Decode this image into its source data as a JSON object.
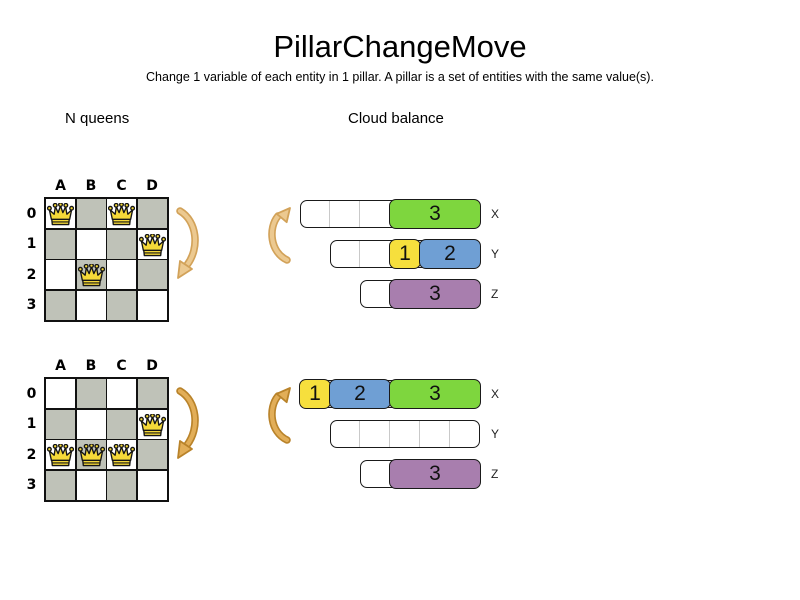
{
  "title": "PillarChangeMove",
  "subtitle": "Change 1 variable of each entity in 1 pillar. A pillar is a set of entities with the same value(s).",
  "sections": {
    "nqueens": "N queens",
    "cloud": "Cloud balance"
  },
  "board": {
    "col_labels": [
      "A",
      "B",
      "C",
      "D"
    ],
    "row_labels": [
      "0",
      "1",
      "2",
      "3"
    ]
  },
  "states": [
    {
      "queens": [
        [
          0,
          0
        ],
        [
          0,
          2
        ],
        [
          1,
          3
        ],
        [
          2,
          1
        ]
      ],
      "bars": [
        {
          "label": "X",
          "capacity": 6,
          "free_slots": 3,
          "blocks": [
            {
              "value": "3",
              "color": "green",
              "slots": 3
            }
          ]
        },
        {
          "label": "Y",
          "capacity": 5,
          "free_slots": 2,
          "blocks": [
            {
              "value": "1",
              "color": "yellow",
              "slots": 1
            },
            {
              "value": "2",
              "color": "blue",
              "slots": 2
            }
          ]
        },
        {
          "label": "Z",
          "capacity": 4,
          "free_slots": 1,
          "blocks": [
            {
              "value": "3",
              "color": "purple",
              "slots": 3
            }
          ]
        }
      ]
    },
    {
      "queens": [
        [
          1,
          3
        ],
        [
          2,
          0
        ],
        [
          2,
          1
        ],
        [
          2,
          2
        ]
      ],
      "bars": [
        {
          "label": "X",
          "capacity": 6,
          "free_slots": 0,
          "blocks": [
            {
              "value": "1",
              "color": "yellow",
              "slots": 1
            },
            {
              "value": "2",
              "color": "blue",
              "slots": 2
            },
            {
              "value": "3",
              "color": "green",
              "slots": 3
            }
          ]
        },
        {
          "label": "Y",
          "capacity": 5,
          "free_slots": 5,
          "blocks": []
        },
        {
          "label": "Z",
          "capacity": 4,
          "free_slots": 1,
          "blocks": [
            {
              "value": "3",
              "color": "purple",
              "slots": 3
            }
          ]
        }
      ]
    }
  ],
  "colors": {
    "green": "#7ed63e",
    "yellow": "#f6df3d",
    "blue": "#6f9fd4",
    "purple": "#a87eae",
    "board_gray": "#bfc2b8",
    "queen_gold": "#f5d939",
    "arrow_light": "#ecc990",
    "arrow_light_stroke": "#d2a259",
    "arrow_dark": "#e2ae58",
    "arrow_dark_stroke": "#b9832a"
  }
}
